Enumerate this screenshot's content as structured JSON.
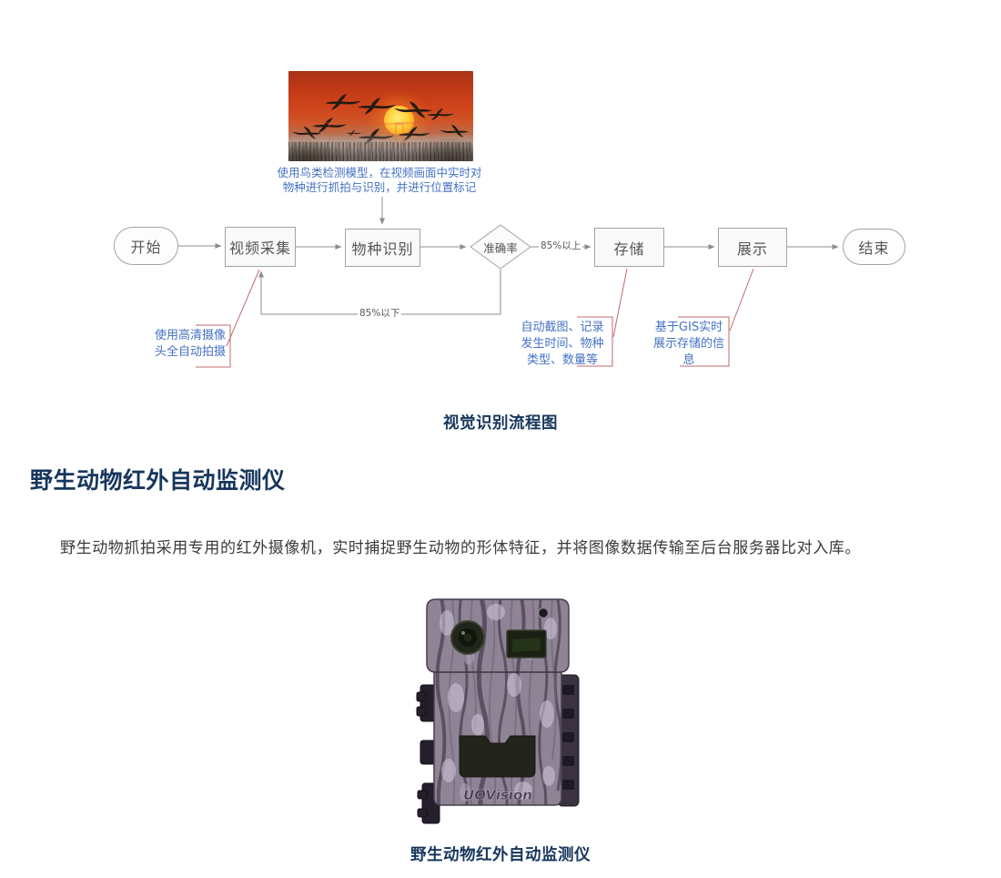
{
  "flow_diagram": {
    "bird_image_note": {
      "line1": "使用鸟类检测模型，在视频画面中实时对",
      "line2": "物种进行抓拍与识别，并进行位置标记"
    },
    "nodes": {
      "start": "开始",
      "capture": "视频采集",
      "recognize": "物种识别",
      "accuracy": "准确率",
      "store": "存储",
      "show": "展示",
      "end": "结束"
    },
    "edge_labels": {
      "ge85": "85%以上",
      "lt85": "85%以下"
    },
    "callouts": {
      "capture": [
        "使用高清摄像",
        "头全自动拍摄"
      ],
      "store": [
        "自动截图、记录",
        "发生时间、物种",
        "类型、数量等"
      ],
      "show": [
        "基于GIS实时",
        "展示存储的信",
        "息"
      ]
    },
    "caption": "视觉识别流程图"
  },
  "article": {
    "heading": "野生动物红外自动监测仪",
    "paragraph": "野生动物抓拍采用专用的红外摄像机，实时捕捉野生动物的形体特征，并将图像数据传输至后台服务器比对入库。",
    "device_caption": "野生动物红外自动监测仪",
    "device_brand": "UOVision"
  },
  "colors": {
    "heading_navy": "#17365d",
    "annotation_blue": "#4472c4",
    "callout_line_red": "#c0696b",
    "node_border_gray": "#a3a3a3",
    "connector_gray": "#8c8c8c"
  }
}
